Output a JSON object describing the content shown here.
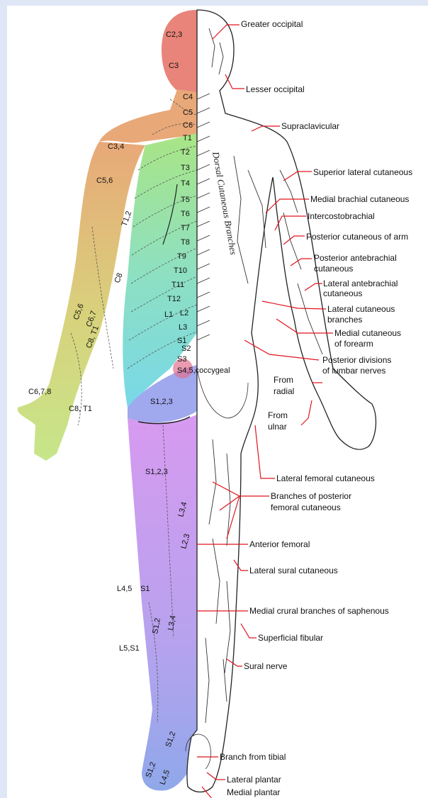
{
  "colors": {
    "background": "#dfe6f5",
    "leader_line": "#e0141e",
    "cervical": "#e8847a",
    "shoulder": "#e8a878",
    "arm": "#d8d27c",
    "thoracic_green": "#a9e585",
    "lumbar_cyan": "#78d8e8",
    "sacral_purple": "#d79af0",
    "leg_blue": "#8fa8ea"
  },
  "vertical_caption": "Dorsal Cutaneous Branches",
  "dermatome_labels": [
    "C2,3",
    "C3",
    "C4",
    "C5",
    "C6",
    "T1",
    "T2",
    "T3",
    "T4",
    "T5",
    "T6",
    "T7",
    "T8",
    "T9",
    "T10",
    "T11",
    "T12",
    "L1",
    "L2",
    "L3",
    "S1",
    "S2",
    "S3",
    "S4,5,coccygeal",
    "C3,4",
    "C5,6",
    "T1,2",
    "C8",
    "C5,6",
    "C6,7",
    "C8, T1",
    "C6,7,8",
    "C8, T1",
    "S1,2,3",
    "S1,2,3",
    "L3,4",
    "L2,3",
    "L4,5",
    "S1",
    "S1,2",
    "L3,4",
    "L5,S1",
    "S1,2",
    "S1,2",
    "L4,5"
  ],
  "nerve_labels": [
    "Greater occipital",
    "Lesser occipital",
    "Supraclavicular",
    "Superior lateral cutaneous",
    "Medial brachial cutaneous",
    "Intercostobrachial",
    "Posterior cutaneous of arm",
    "Posterior antebrachial",
    "cutaneous",
    "Lateral antebrachial",
    "cutaneous",
    "Lateral cutaneous",
    "branches",
    "Medial cutaneous",
    "of forearm",
    "Posterior divisions",
    "of lumbar nerves",
    "From",
    "radial",
    "From",
    "ulnar",
    "Lateral femoral cutaneous",
    "Branches of posterior",
    "femoral cutaneous",
    "Anterior femoral",
    "Lateral sural cutaneous",
    "Medial crural branches of saphenous",
    "Superficial fibular",
    "Sural nerve",
    "Branch from tibial",
    "Lateral plantar",
    "Medial plantar"
  ]
}
